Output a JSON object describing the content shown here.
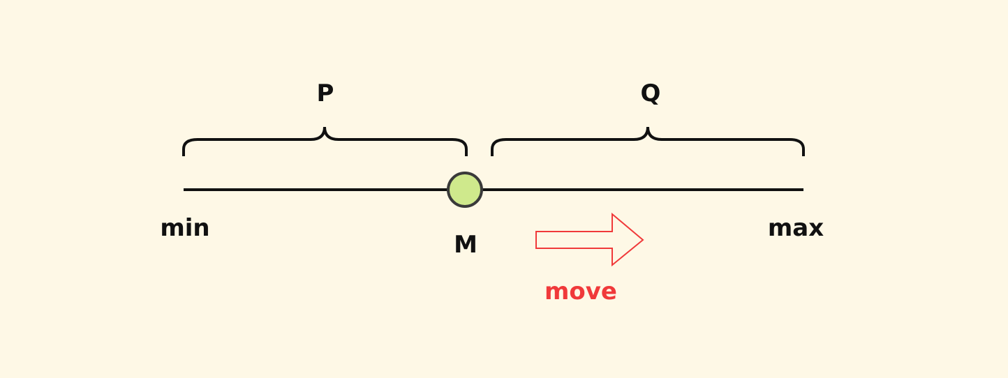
{
  "labels": {
    "left_segment": "P",
    "right_segment": "Q",
    "min": "min",
    "max": "max",
    "point": "M",
    "move": "move"
  },
  "colors": {
    "background": "#fef8e6",
    "point_fill": "#cfe98c",
    "point_stroke": "#3a3a3a",
    "arrow": "#f0393a",
    "line": "#111111"
  }
}
